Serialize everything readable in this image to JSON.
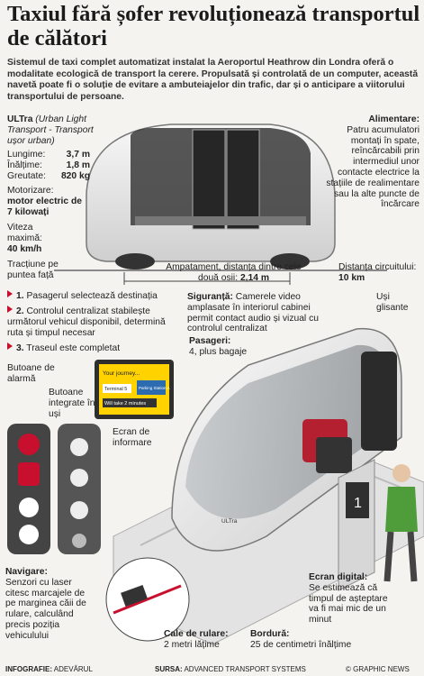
{
  "title": "Taxiul fără șofer revoluționează transportul de călători",
  "intro": "Sistemul de taxi complet automatizat instalat la Aeroportul Heathrow din Londra oferă o modalitate ecologică de transport la cerere. Propulsată și controlată de un computer, această navetă poate fi o soluție de evitare a ambuteiajelor din trafic, dar și o anticipare a viitorului transportului de persoane.",
  "vehicle": {
    "name": "ULTra",
    "name_note": "(Urban Light Transport - Transport ușor urban)",
    "specs": [
      {
        "label": "Lungime:",
        "value": "3,7 m"
      },
      {
        "label": "Înălțime:",
        "value": "1,8 m"
      },
      {
        "label": "Greutate:",
        "value": "820 kg"
      }
    ],
    "motor_label": "Motorizare:",
    "motor_value": "motor electric de 7 kilowați",
    "speed_label": "Viteza maximă:",
    "speed_value": "40 km/h",
    "traction": "Tracțiune pe puntea față",
    "wheelbase_label": "Ampatament, distanța dintre cele două osii:",
    "wheelbase_value": "2,14 m",
    "circuit_label": "Distanța circuitului:",
    "circuit_value": "10 km",
    "power_label": "Alimentare:",
    "power_text": "Patru acumulatori montați în spate, reîncărcabili prin intermediul unor contacte electrice la stațiile de realimentare sau la alte puncte de încărcare"
  },
  "steps": [
    {
      "num": "1.",
      "text": "Pasagerul selectează destinația"
    },
    {
      "num": "2.",
      "text": "Controlul centralizat stabilește următorul vehicul disponibil, determină ruta și timpul necesar"
    },
    {
      "num": "3.",
      "text": "Traseul este completat"
    }
  ],
  "labels": {
    "alarm": "Butoane de alarmă",
    "door_buttons": "Butoane integrate în uși",
    "info_screen": "Ecran de informare",
    "safety_title": "Siguranță:",
    "safety_text": "Camerele video amplasate în interiorul cabinei permit contact audio și vizual cu controlul centralizat",
    "passengers_title": "Pasageri:",
    "passengers_text": "4, plus bagaje",
    "sliding_doors": "Uși glisante",
    "nav_title": "Navigare:",
    "nav_text": "Senzori cu laser citesc marcajele de pe marginea căii de rulare, calculând precis poziția vehiculului",
    "digital_title": "Ecran digital:",
    "digital_text": "Se estimează că timpul de așteptare va fi mai mic de un minut",
    "track_title": "Cale de rulare:",
    "track_text": "2 metri lățime",
    "curb_title": "Bordură:",
    "curb_text": "25 de centimetri înălțime"
  },
  "screen": {
    "header": "Your journey...",
    "from": "Terminal 5",
    "to": "Parking Station A",
    "time": "Will take 2 minutes"
  },
  "kiosk_number": "1",
  "pod_brand": "ULTra",
  "footer": {
    "left_label": "INFOGRAFIE:",
    "left_value": "ADEVĂRUL",
    "mid_label": "SURSA:",
    "mid_value": "ADVANCED TRANSPORT SYSTEMS",
    "right": "© GRAPHIC NEWS"
  },
  "colors": {
    "accent": "#c8102e",
    "pod": "#e9e9e9",
    "glass": "#3a3a3a"
  }
}
